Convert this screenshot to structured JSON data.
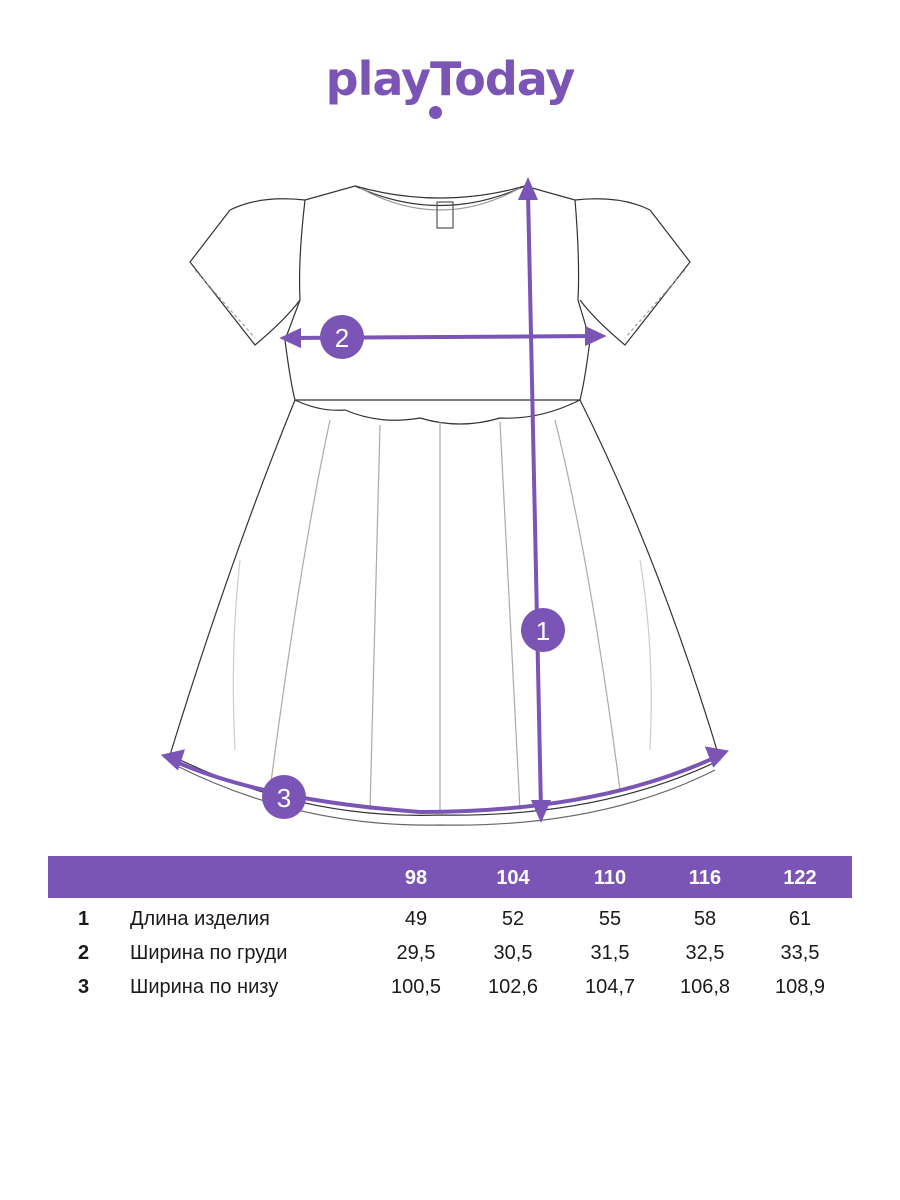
{
  "brand": {
    "logo_text": "playToday",
    "color": "#7a55b5"
  },
  "markers": {
    "length": "1",
    "chest": "2",
    "hem": "3"
  },
  "table": {
    "sizes": [
      "98",
      "104",
      "110",
      "116",
      "122"
    ],
    "rows": [
      {
        "num": "1",
        "label": "Длина изделия",
        "values": [
          "49",
          "52",
          "55",
          "58",
          "61"
        ]
      },
      {
        "num": "2",
        "label": "Ширина по груди",
        "values": [
          "29,5",
          "30,5",
          "31,5",
          "32,5",
          "33,5"
        ]
      },
      {
        "num": "3",
        "label": "Ширина по низу",
        "values": [
          "100,5",
          "102,6",
          "104,7",
          "106,8",
          "108,9"
        ]
      }
    ]
  }
}
